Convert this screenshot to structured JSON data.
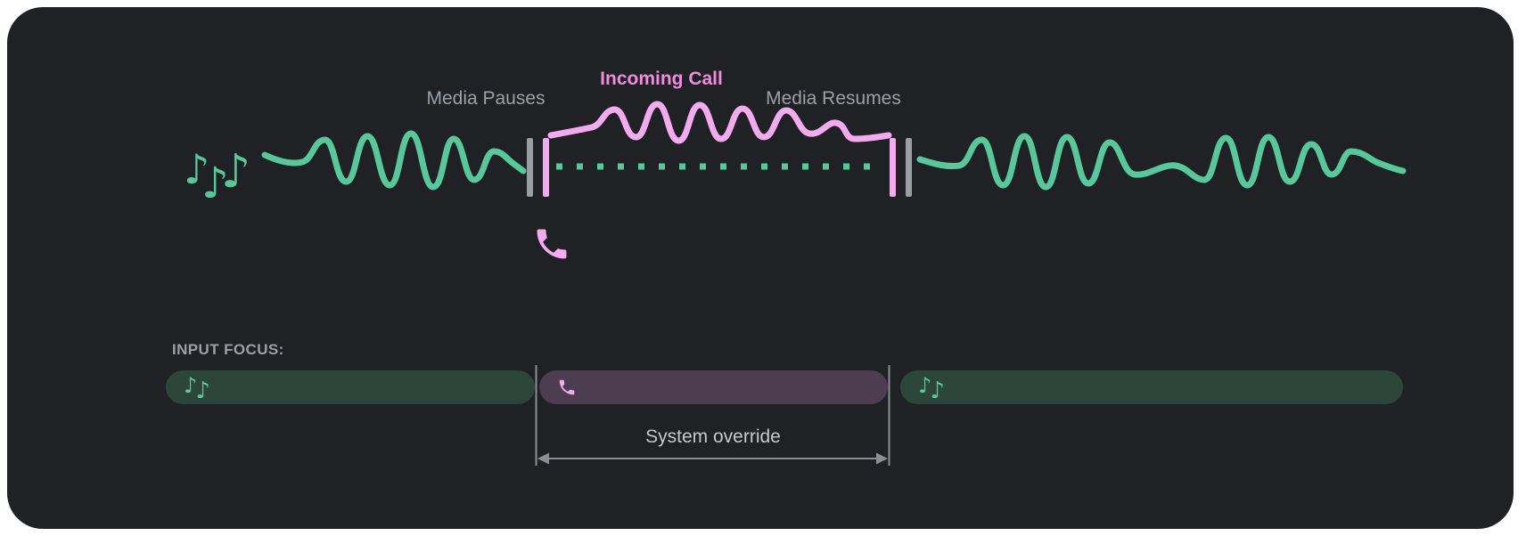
{
  "diagram": {
    "media_pauses_label": "Media Pauses",
    "incoming_call_label": "Incoming Call",
    "media_resumes_label": "Media Resumes",
    "icons": {
      "note": "♪",
      "music_icon_name": "music-notes-icon",
      "phone_icon_name": "phone-icon"
    },
    "colors": {
      "card_background": "#202124",
      "media_wave_green": "#58c79b",
      "call_wave_pink": "#f2abee",
      "incoming_call_text_pink": "#ee8ddc",
      "label_gray": "#9aa0a6",
      "marker_gray": "#9a9fa4",
      "focus_bar_media_green": "#2c4639",
      "focus_bar_call_purple": "#4c3d51",
      "override_text_gray": "#c4c8cc",
      "override_arrow_gray": "#8b9095"
    }
  },
  "input_focus": {
    "label": "INPUT FOCUS:",
    "override_label": "System override",
    "segments": [
      {
        "name": "media-before-call",
        "icon": "music-notes-icon"
      },
      {
        "name": "incoming-call",
        "icon": "phone-icon"
      },
      {
        "name": "media-after-call",
        "icon": "music-notes-icon"
      }
    ]
  }
}
